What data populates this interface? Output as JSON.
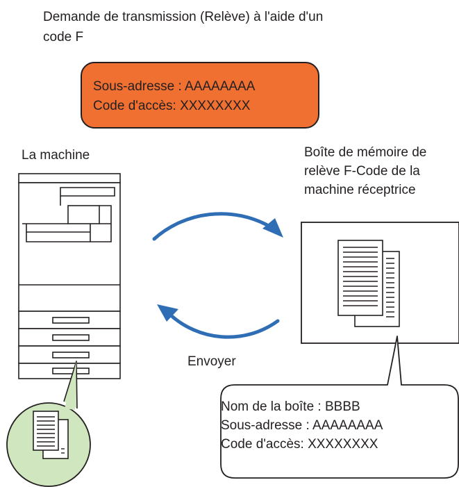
{
  "title": {
    "line1": "Demande de transmission (Relève) à l'aide d'un",
    "line2": "code F"
  },
  "request_box": {
    "line1": "Sous-adresse : AAAAAAAA",
    "line2": "Code d'accès: XXXXXXXX"
  },
  "machine": {
    "label": "La machine"
  },
  "memory_box": {
    "line1": "Boîte de mémoire de",
    "line2": "relève F-Code de la",
    "line3": "machine réceptrice"
  },
  "send": {
    "label": "Envoyer"
  },
  "callout": {
    "line1": "Nom de la boîte : BBBB",
    "line2": "Sous-adresse : AAAAAAAA",
    "line3": "Code d'accès: XXXXXXXX"
  },
  "colors": {
    "orange": "#f07032",
    "arrow_blue": "#2f6eb5",
    "green_circle": "#cfe6bf",
    "outline": "#231f20"
  }
}
